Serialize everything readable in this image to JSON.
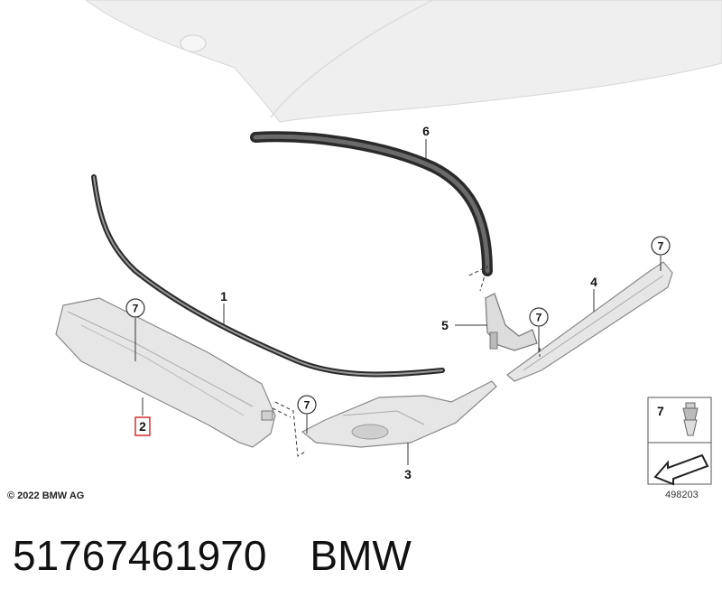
{
  "callouts": {
    "c1": "1",
    "c2": "2",
    "c3": "3",
    "c4": "4",
    "c5": "5",
    "c6": "6",
    "c7a": "7",
    "c7b": "7",
    "c7c": "7",
    "c7d": "7"
  },
  "legend": {
    "item_number": "7"
  },
  "copyright": "© 2022 BMW AG",
  "diagram_number": "498203",
  "footer": {
    "part_number": "51767461970",
    "brand": "BMW"
  },
  "colors": {
    "part_fill": "#e6e6e6",
    "part_stroke": "#888888",
    "seal": "#2a2a2a",
    "highlight": "#d03030"
  }
}
